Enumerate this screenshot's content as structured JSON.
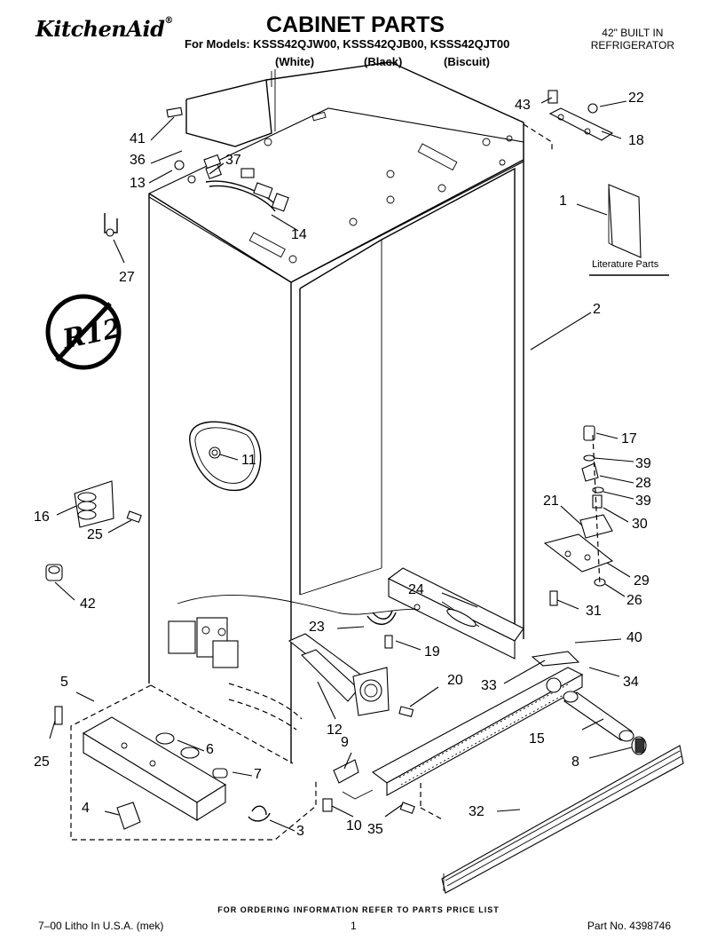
{
  "header": {
    "brand": "KitchenAid",
    "brand_mark": "®",
    "title": "CABINET PARTS",
    "models": "For Models: KSSS42QJW00, KSSS42QJB00, KSSS42QJT00",
    "color_white": "(White)",
    "color_black": "(Black)",
    "color_biscuit": "(Biscuit)",
    "built_line1": "42\" BUILT IN",
    "built_line2": "REFRIGERATOR"
  },
  "labels": {
    "literature_parts": "Literature Parts",
    "r12": "R12"
  },
  "callouts": {
    "c1": "1",
    "c2": "2",
    "c3": "3",
    "c4": "4",
    "c5": "5",
    "c6": "6",
    "c7": "7",
    "c8": "8",
    "c9": "9",
    "c10": "10",
    "c11": "11",
    "c12": "12",
    "c13": "13",
    "c14": "14",
    "c15": "15",
    "c16": "16",
    "c17": "17",
    "c18": "18",
    "c19": "19",
    "c20": "20",
    "c21": "21",
    "c22": "22",
    "c23": "23",
    "c24": "24",
    "c25a": "25",
    "c25b": "25",
    "c26": "26",
    "c27": "27",
    "c28": "28",
    "c29": "29",
    "c30": "30",
    "c31": "31",
    "c32": "32",
    "c33": "33",
    "c34": "34",
    "c35": "35",
    "c36": "36",
    "c37": "37",
    "c39a": "39",
    "c39b": "39",
    "c40": "40",
    "c41": "41",
    "c42": "42",
    "c43": "43"
  },
  "footer": {
    "ordering": "FOR ORDERING INFORMATION REFER TO PARTS PRICE LIST",
    "litho": "7–00 Litho In U.S.A. (mek)",
    "page": "1",
    "part_no": "Part No. 4398746"
  }
}
